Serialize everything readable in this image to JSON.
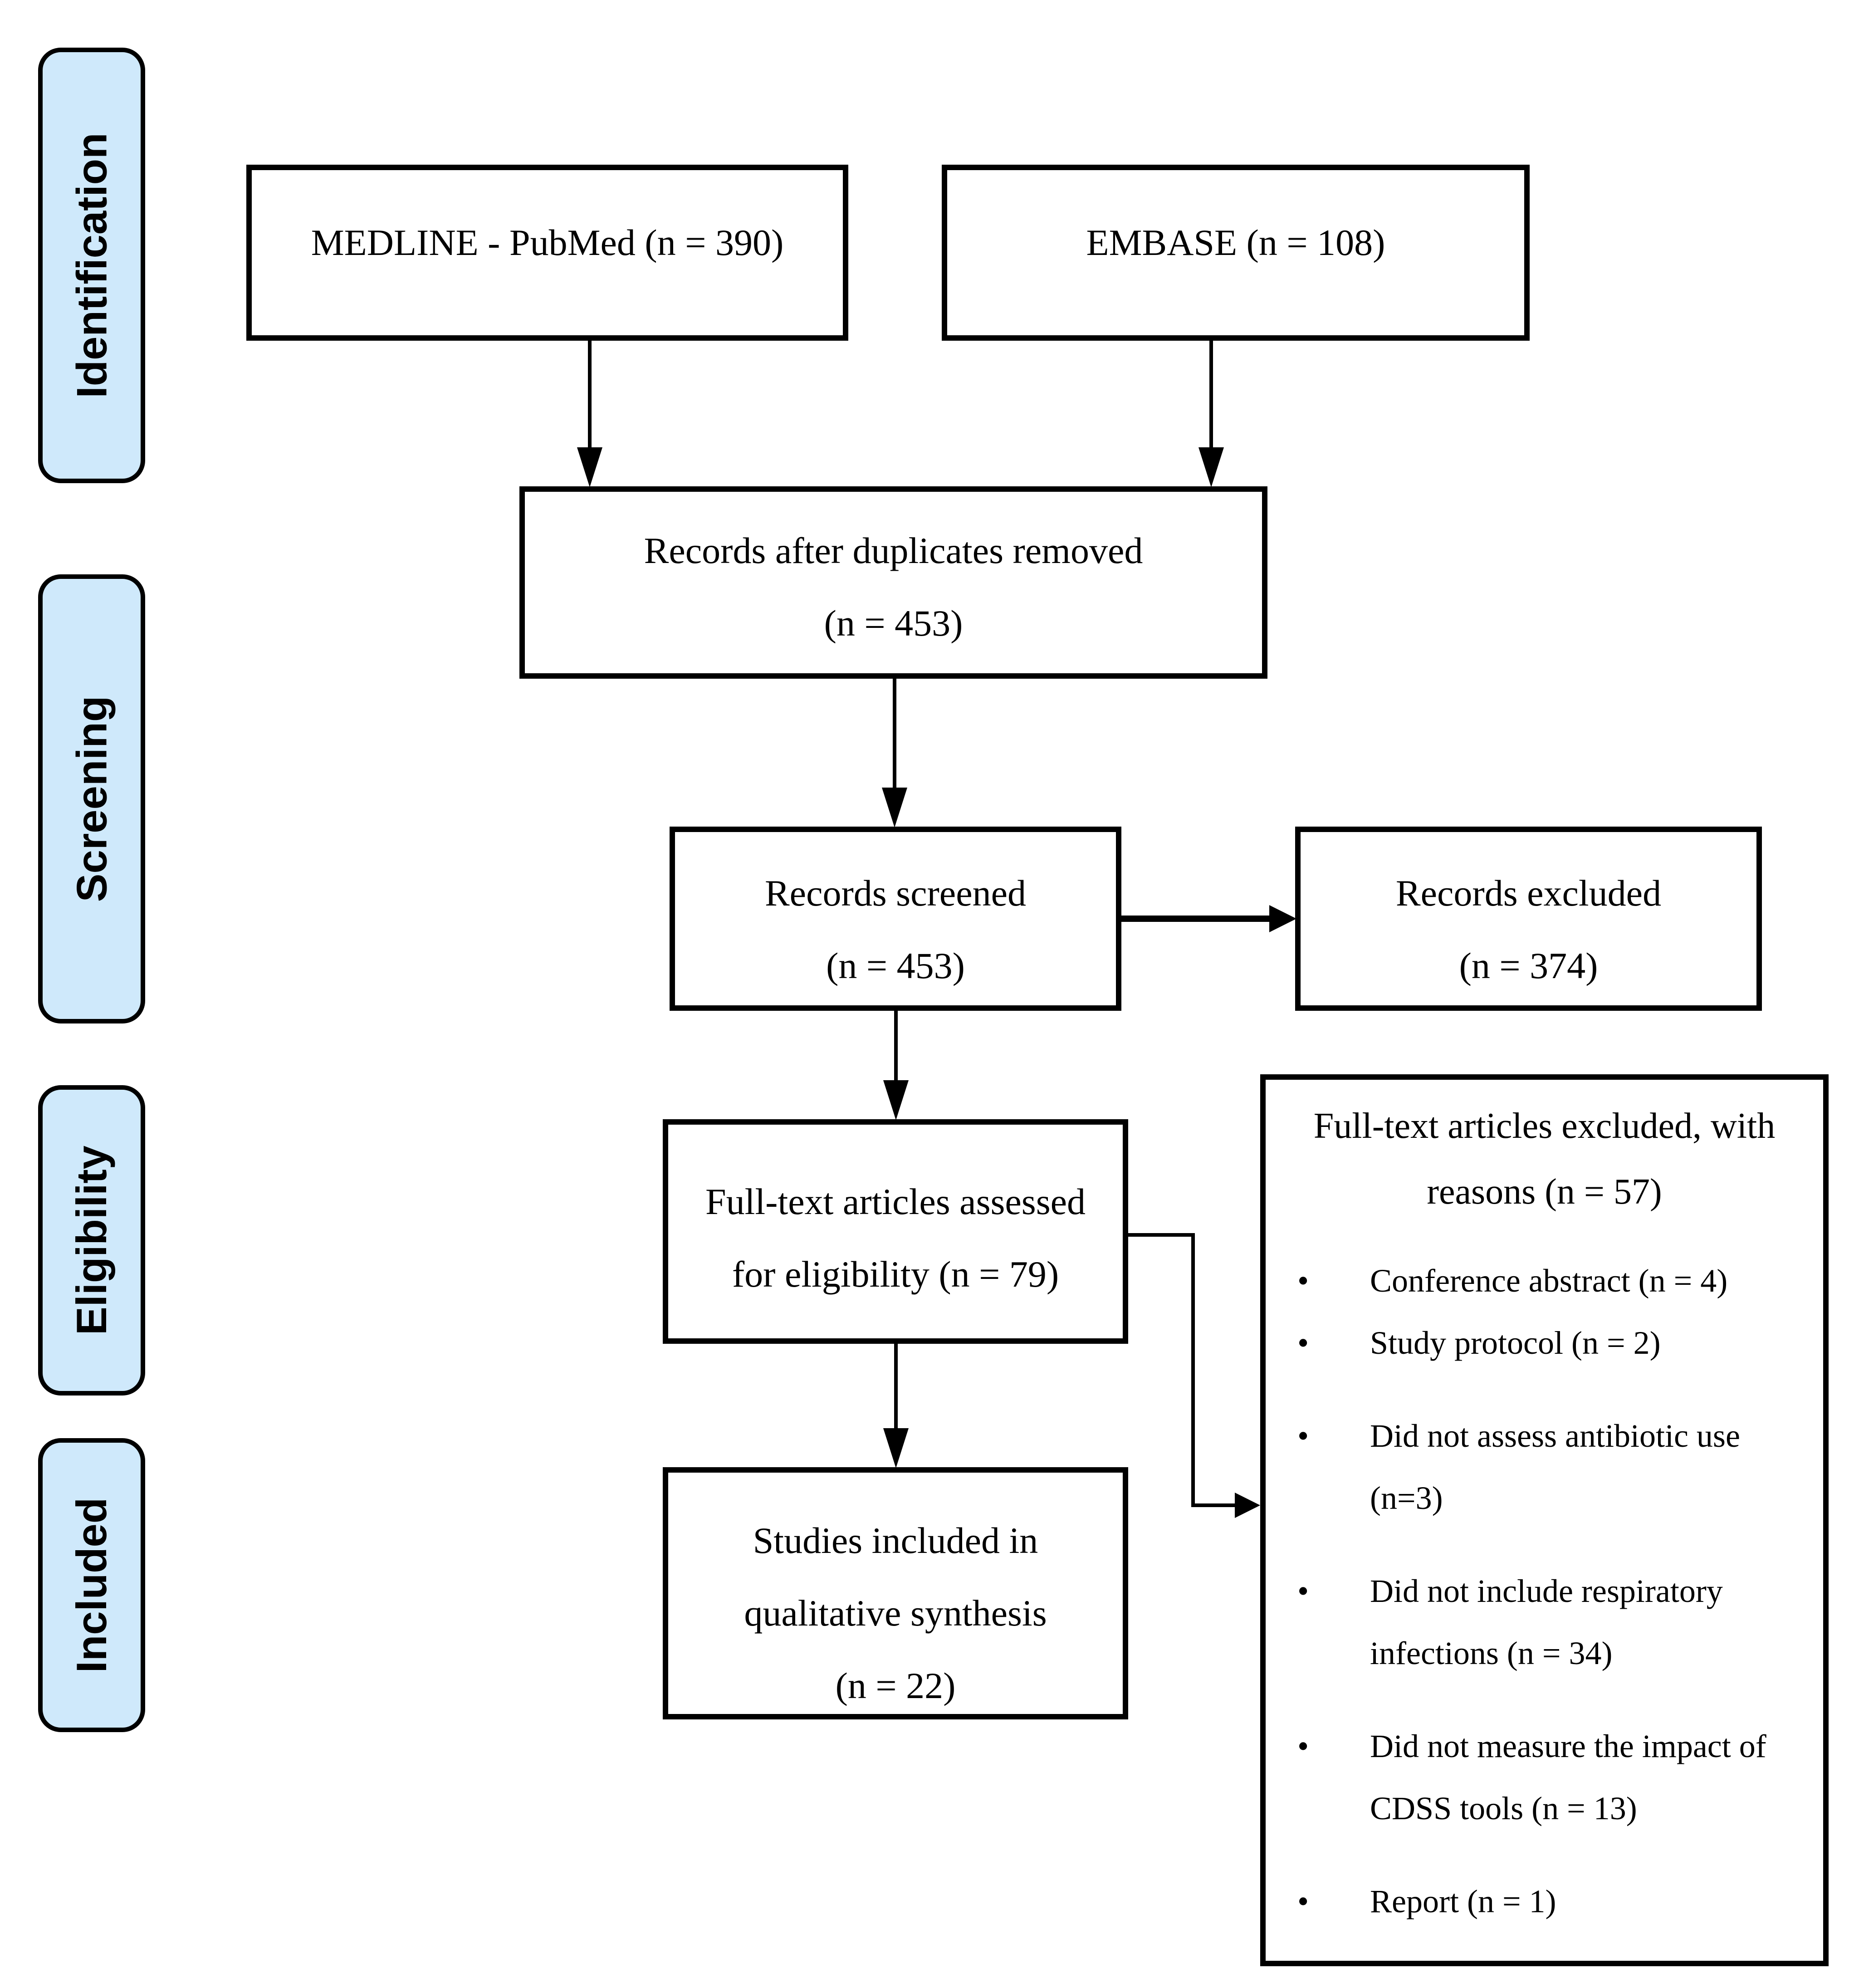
{
  "title": "PRISMA study selection flow diagram",
  "colors": {
    "stage_fill": "#cfe9fb",
    "line": "#000000",
    "text": "#000000",
    "background": "#ffffff"
  },
  "stages": {
    "identification": "Identification",
    "screening": "Screening",
    "eligibility": "Eligibility",
    "included": "Included"
  },
  "boxes": {
    "medline": {
      "line1": "MEDLINE - PubMed (n = 390)"
    },
    "embase": {
      "line1": "EMBASE (n = 108)"
    },
    "duplicates": {
      "line1": "Records after duplicates removed",
      "line2": "(n = 453)"
    },
    "screened": {
      "line1": "Records screened",
      "line2": "(n = 453)"
    },
    "records_excluded": {
      "line1": "Records excluded",
      "line2": "(n = 374)"
    },
    "fulltext_assessed": {
      "line1": "Full-text articles assessed",
      "line2": "for eligibility (n = 79)"
    },
    "included_studies": {
      "line1": "Studies included in",
      "line2": "qualitative synthesis",
      "line3": "(n = 22)"
    },
    "reasons": {
      "heading_line1": "Full-text articles excluded, with",
      "heading_line2": "reasons (n = 57)",
      "bullet_glyph": "•",
      "items": [
        {
          "lines": [
            "Conference abstract (n = 4)"
          ]
        },
        {
          "lines": [
            "Study protocol (n = 2)"
          ]
        },
        {
          "lines": [
            "Did not assess antibiotic use",
            "(n=3)"
          ]
        },
        {
          "lines": [
            "Did not include respiratory",
            "infections (n = 34)"
          ]
        },
        {
          "lines": [
            "Did not measure the impact of",
            "CDSS tools (n = 13)"
          ]
        },
        {
          "lines": [
            "Report (n = 1)"
          ]
        }
      ]
    }
  }
}
